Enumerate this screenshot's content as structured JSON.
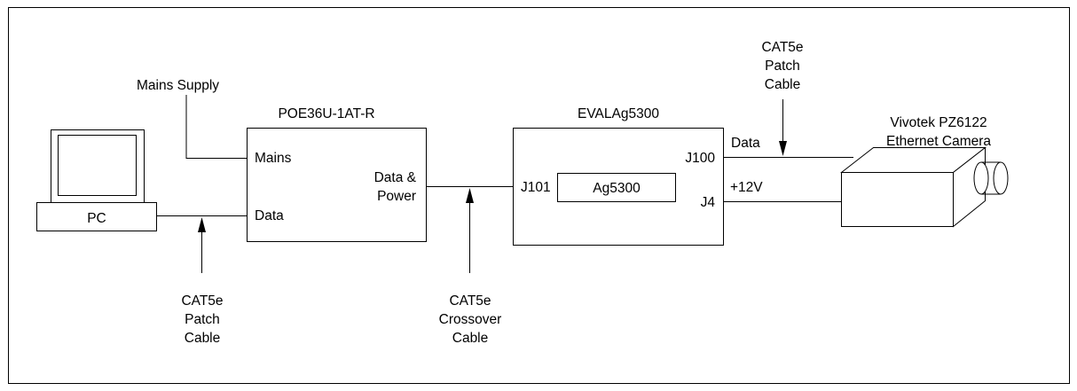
{
  "labels": {
    "mains_supply": "Mains Supply",
    "poe_title": "POE36U-1AT-R",
    "poe_mains": "Mains",
    "poe_data": "Data",
    "poe_data_power_1": "Data &",
    "poe_data_power_2": "Power",
    "pc": "PC",
    "eval_title": "EVALAg5300",
    "eval_j101": "J101",
    "eval_chip": "Ag5300",
    "eval_j100": "J100",
    "eval_j4": "J4",
    "data_line": "Data",
    "power_line": "+12V",
    "camera_1": "Vivotek PZ6122",
    "camera_2": "Ethernet Camera",
    "cable_top_1": "CAT5e",
    "cable_top_2": "Patch",
    "cable_top_3": "Cable",
    "cable_pc_1": "CAT5e",
    "cable_pc_2": "Patch",
    "cable_pc_3": "Cable",
    "cable_mid_1": "CAT5e",
    "cable_mid_2": "Crossover",
    "cable_mid_3": "Cable"
  }
}
